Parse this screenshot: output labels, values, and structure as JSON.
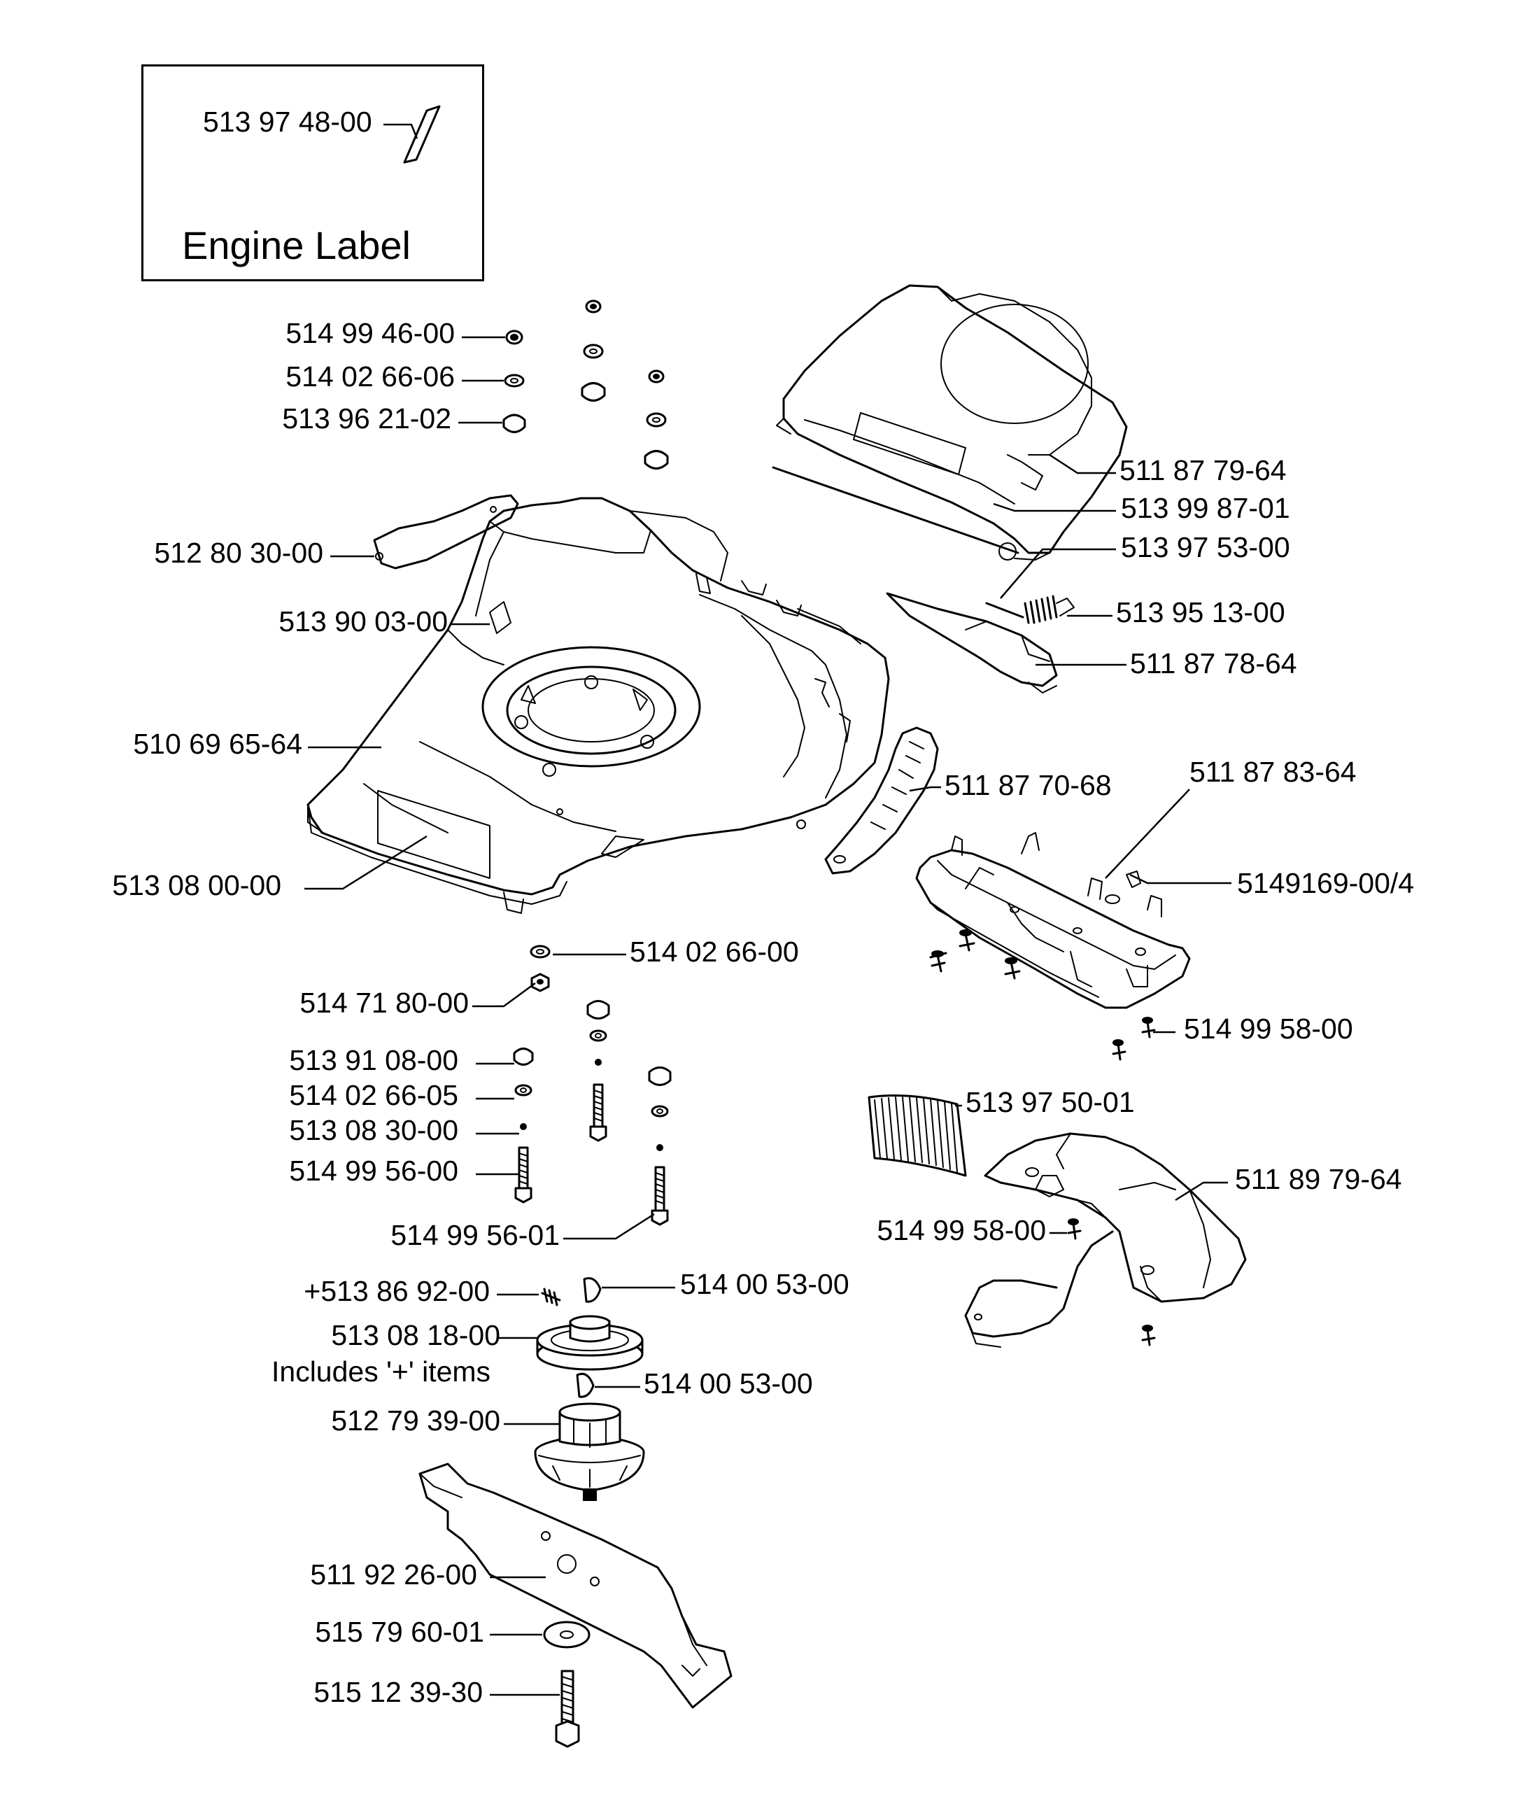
{
  "inset": {
    "title": "Engine Label",
    "part": "513 97 48-00"
  },
  "labels": {
    "l514994600": "514 99 46-00",
    "l514026606": "514 02 66-06",
    "l513962102": "513 96 21-02",
    "l512803000": "512 80 30-00",
    "l513900300": "513 90 03-00",
    "l510696564": "510 69 65-64",
    "l513080000": "513 08 00-00",
    "l511877964": "511 87 79-64",
    "l513998701": "513 99 87-01",
    "l513975300": "513 97 53-00",
    "l513951300": "513 95 13-00",
    "l511877864": "511 87 78-64",
    "l511877068": "511 87 70-68",
    "l511878364": "511 87 83-64",
    "l514916900": "5149169-00/4",
    "l514026600": "514 02 66-00",
    "l514718000": "514 71 80-00",
    "l513910800": "513 91 08-00",
    "l514026605": "514 02 66-05",
    "l513083000": "513 08 30-00",
    "l514995600": "514 99 56-00",
    "l514995601": "514 99 56-01",
    "l514995800a": "514 99 58-00",
    "l513975001": "513 97 50-01",
    "l511897964": "511 89 79-64",
    "l514995800b": "514 99 58-00",
    "l513869200": "+513 86 92-00",
    "l514005300a": "514 00 53-00",
    "l513081800": "513 08 18-00",
    "l513081800note": "Includes '+' items",
    "l514005300b": "514 00 53-00",
    "l512793900": "512 79 39-00",
    "l511922600": "511 92 26-00",
    "l515796001": "515 79 60-01",
    "l515123930": "515 12 39-30"
  }
}
